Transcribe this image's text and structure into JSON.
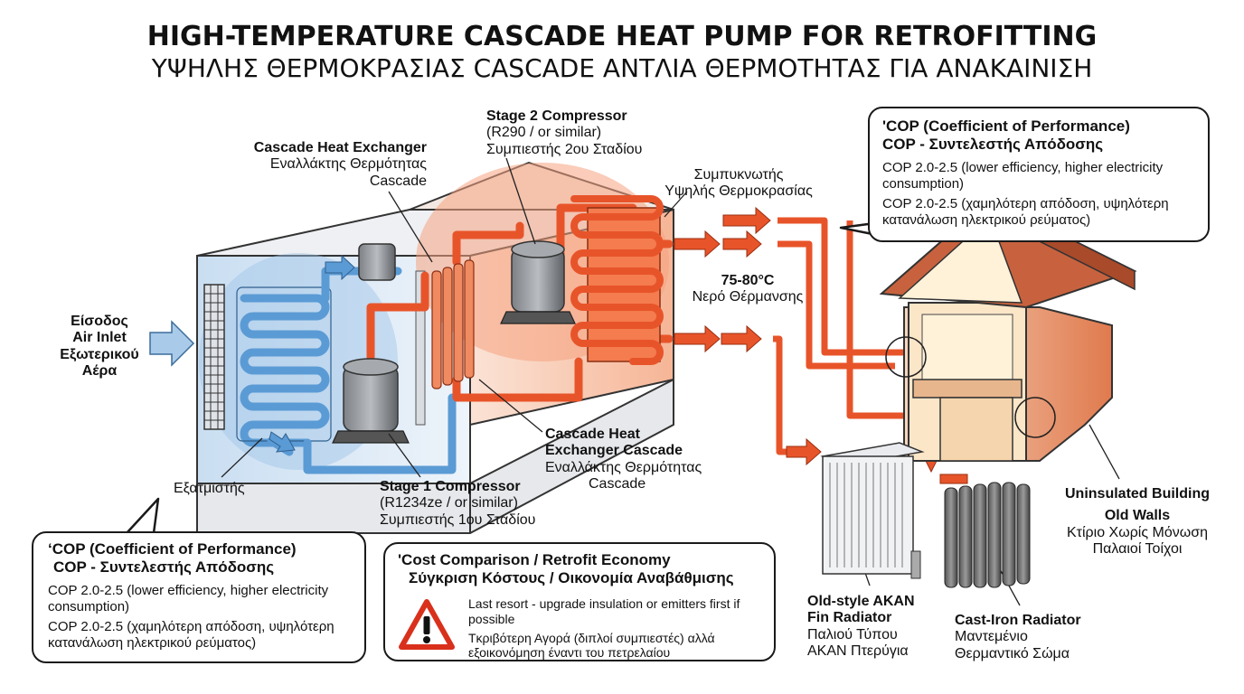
{
  "header": {
    "title": "HIGH-TEMPERATURE CASCADE HEAT PUMP FOR RETROFITTING",
    "subtitle": "ΥΨΗΛΗΣ ΘΕΡΜΟΚΡΑΣΙΑΣ CASCADE ΑΝΤΛΙΑ ΘΕΡΜΟΤΗΤΑΣ ΓΙΑ ΑΝΑΚΑΙΝΙΣΗ"
  },
  "labels": {
    "air_inlet": [
      "Είσοδος",
      "Air Inlet",
      "Εξωτερικού",
      "Αέρα"
    ],
    "cascade_hx_top": {
      "en": "Cascade Heat Exchanger",
      "gr1": "Εναλλάκτης Θερμότητας",
      "gr2": "Cascade"
    },
    "stage2": {
      "en": "Stage 2 Compressor",
      "ref": "(R290 / or similar)",
      "gr": "Συμπιεστής 2ου Σταδίου"
    },
    "condenser": {
      "gr1": "Συμπυκνωτής",
      "gr2": "Υψηλής Θερμοκρασίας"
    },
    "water_temp": {
      "value": "75-80°C",
      "gr": "Νερό Θέρμανσης"
    },
    "cascade_hx_bottom": {
      "en1": "Cascade Heat",
      "en2": "Exchanger Cascade",
      "gr1": "Εναλλάκτης Θερμότητας",
      "gr2": "Cascade"
    },
    "stage1": {
      "en": "Stage 1 Compressor",
      "ref": "(R1234ze / or similar)",
      "gr": "Συμπιεστής 1ου Σταδίου"
    },
    "evaporator": "Εξατμιστής",
    "building": {
      "en1": "Uninsulated Building",
      "en2": "Old Walls",
      "gr1": "Κτίριο Χωρίς Μόνωση",
      "gr2": "Παλαιοί Τοίχοι"
    },
    "akan": {
      "en1": "Old-style AKAN",
      "en2": "Fin Radiator",
      "gr1": "Παλιού Τύπου",
      "gr2": "AKAN Πτερύγια"
    },
    "castiron": {
      "en": "Cast-Iron Radiator",
      "gr1": "Μαντεμένιο",
      "gr2": "Θερμαντικό Σώμα"
    }
  },
  "cop_box_top": {
    "h1": "'COP (Coefficient of Performance)",
    "h2": "COP - Συντελεστής Απόδοσης",
    "t1": "COP 2.0-2.5 (lower efficiency, higher electricity consumption)",
    "t2": "COP 2.0-2.5 (χαμηλότερη απόδοση, υψηλότερη κατανάλωση ηλεκτρικού ρεύματος)"
  },
  "cop_box_bottom": {
    "h1": "‘COP (Coefficient of Performance)",
    "h2": "COP - Συντελεστής Απόδοσης",
    "t1": "COP 2.0-2.5 (lower efficiency, higher electricity consumption)",
    "t2": "COP 2.0-2.5 (χαμηλότερη απόδοση, υψηλότερη κατανάλωση ηλεκτρικού ρεύματος)"
  },
  "cost_box": {
    "h1": "'Cost Comparison / Retrofit Economy",
    "h2": "Σύγκριση Κόστους / Οικονομία Αναβάθμισης",
    "t1": "Last resort - upgrade insulation or emitters first if possible",
    "t2": "Τκριβότερη Αγορά (διπλοί συμπιεστές) αλλά εξοικονόμηση έναντι του πετρελαίου",
    "icon": "warning-triangle-icon"
  },
  "colors": {
    "hot": "#e8542a",
    "cold": "#5b9bd5",
    "warning": "#d9301c",
    "brick": "#d8774e",
    "roof": "#c8623e"
  }
}
